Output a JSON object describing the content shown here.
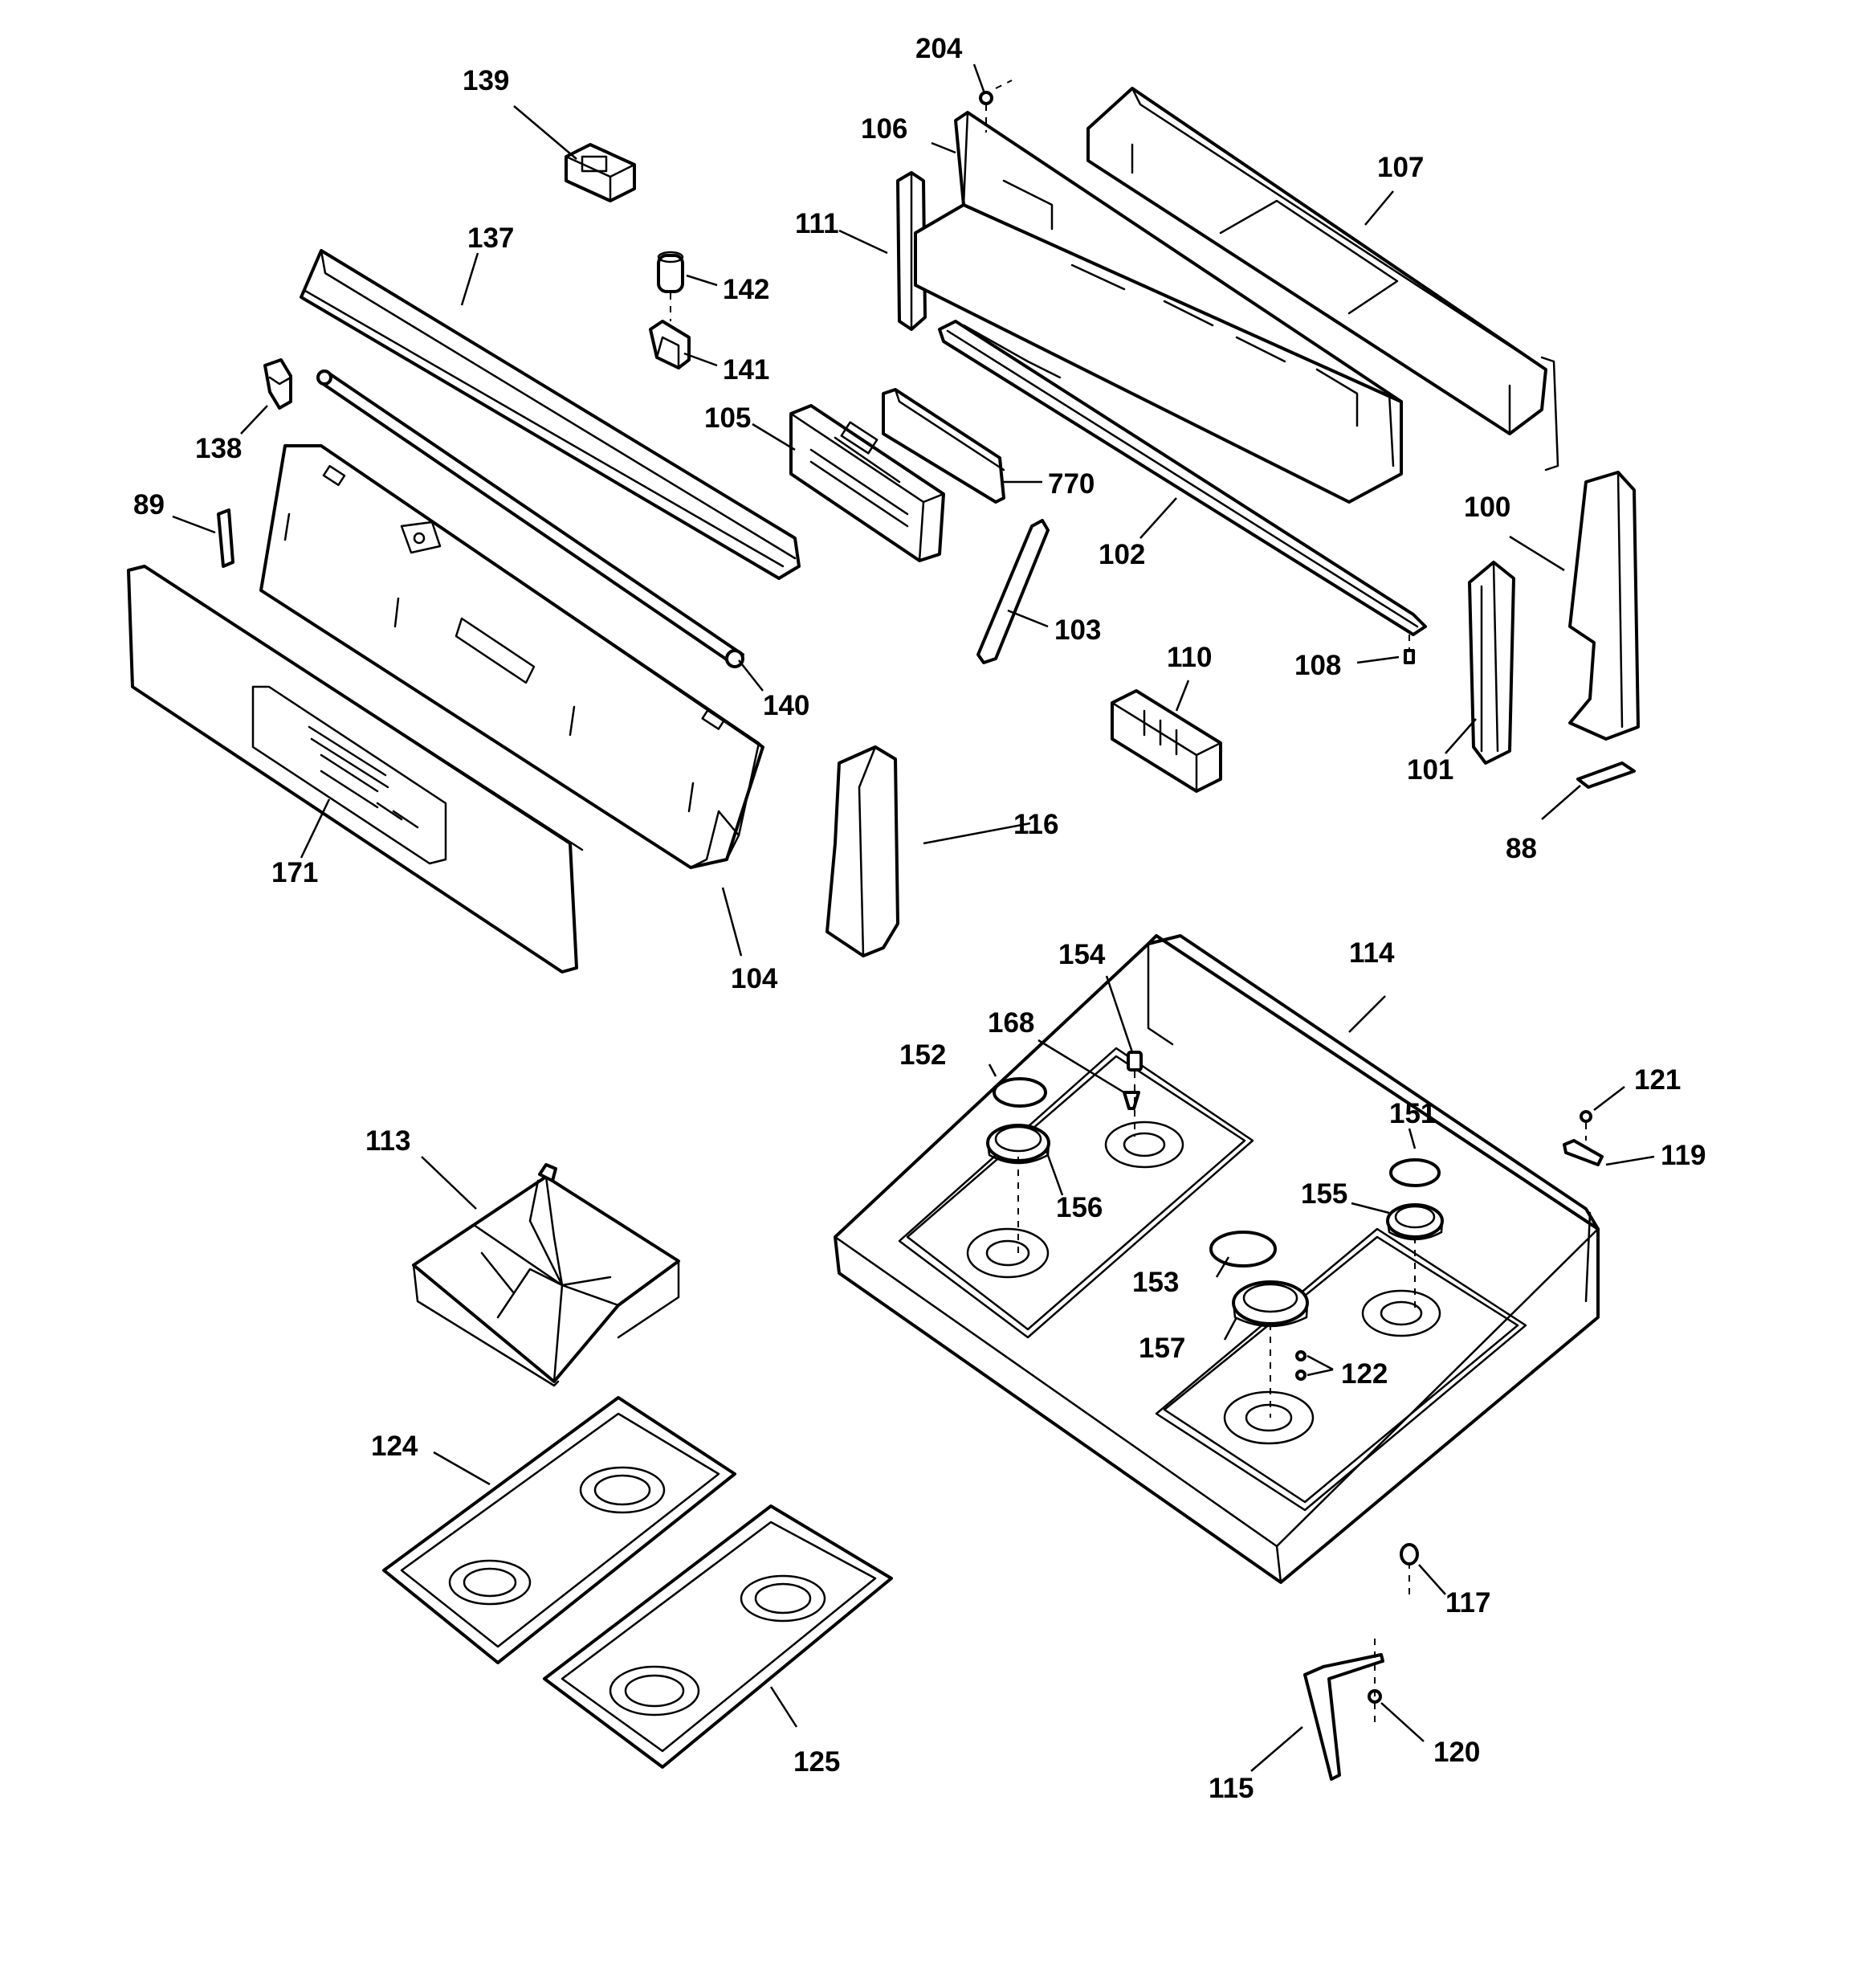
{
  "labels": {
    "p204": "204",
    "p139": "139",
    "p106": "106",
    "p107": "107",
    "p111": "111",
    "p137": "137",
    "p142": "142",
    "p141": "141",
    "p138": "138",
    "p105": "105",
    "p770": "770",
    "p89": "89",
    "p100": "100",
    "p102": "102",
    "p103": "103",
    "p108": "108",
    "p110": "110",
    "p140": "140",
    "p101": "101",
    "p116": "116",
    "p88": "88",
    "p171": "171",
    "p104": "104",
    "p154": "154",
    "p114": "114",
    "p168": "168",
    "p152": "152",
    "p121": "121",
    "p151": "151",
    "p119": "119",
    "p113": "113",
    "p156": "156",
    "p155": "155",
    "p153": "153",
    "p157": "157",
    "p122": "122",
    "p124": "124",
    "p117": "117",
    "p120": "120",
    "p125": "125",
    "p115": "115"
  },
  "colors": {
    "line": "#000000",
    "background": "#ffffff"
  }
}
